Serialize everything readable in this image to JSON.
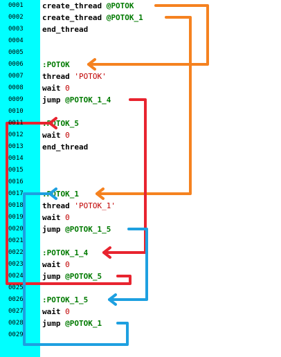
{
  "colors": {
    "gutter": "#00ffff",
    "keyword": "#000000",
    "label": "#007a00",
    "string": "#c00000",
    "number": "#c00000",
    "arrow_orange": "#f58220",
    "arrow_red": "#e8242f",
    "arrow_blue": "#1ea0e0"
  },
  "editor": {
    "line_numbers": [
      "0001",
      "0002",
      "0003",
      "0004",
      "0005",
      "0006",
      "0007",
      "0008",
      "0009",
      "0010",
      "0011",
      "0012",
      "0013",
      "0014",
      "0015",
      "0016",
      "0017",
      "0018",
      "0019",
      "0020",
      "0021",
      "0022",
      "0023",
      "0024",
      "0025",
      "0026",
      "0027",
      "0028",
      "0029"
    ],
    "lines": [
      [
        {
          "t": "create_thread ",
          "k": "kw"
        },
        {
          "t": "@POTOK",
          "k": "label"
        }
      ],
      [
        {
          "t": "create_thread ",
          "k": "kw"
        },
        {
          "t": "@POTOK_1",
          "k": "label"
        }
      ],
      [
        {
          "t": "end_thread",
          "k": "kw"
        }
      ],
      [],
      [],
      [
        {
          "t": ":POTOK",
          "k": "label"
        }
      ],
      [
        {
          "t": "thread ",
          "k": "kw"
        },
        {
          "t": "'POTOK'",
          "k": "str"
        }
      ],
      [
        {
          "t": "wait ",
          "k": "kw"
        },
        {
          "t": "0",
          "k": "num"
        }
      ],
      [
        {
          "t": "jump ",
          "k": "kw"
        },
        {
          "t": "@POTOK_1_4",
          "k": "label"
        }
      ],
      [],
      [
        {
          "t": ":POTOK_5",
          "k": "label"
        }
      ],
      [
        {
          "t": "wait ",
          "k": "kw"
        },
        {
          "t": "0",
          "k": "num"
        }
      ],
      [
        {
          "t": "end_thread",
          "k": "kw"
        }
      ],
      [],
      [],
      [],
      [
        {
          "t": ":POTOK_1",
          "k": "label"
        }
      ],
      [
        {
          "t": "thread ",
          "k": "kw"
        },
        {
          "t": "'POTOK_1'",
          "k": "str"
        }
      ],
      [
        {
          "t": "wait ",
          "k": "kw"
        },
        {
          "t": "0",
          "k": "num"
        }
      ],
      [
        {
          "t": "jump ",
          "k": "kw"
        },
        {
          "t": "@POTOK_1_5",
          "k": "label"
        }
      ],
      [],
      [
        {
          "t": ":POTOK_1_4",
          "k": "label"
        }
      ],
      [
        {
          "t": "wait ",
          "k": "kw"
        },
        {
          "t": "0",
          "k": "num"
        }
      ],
      [
        {
          "t": "jump ",
          "k": "kw"
        },
        {
          "t": "@POTOK_5",
          "k": "label"
        }
      ],
      [],
      [
        {
          "t": ":POTOK_1_5",
          "k": "label"
        }
      ],
      [
        {
          "t": "wait ",
          "k": "kw"
        },
        {
          "t": "0",
          "k": "num"
        }
      ],
      [
        {
          "t": "jump ",
          "k": "kw"
        },
        {
          "t": "@POTOK_1",
          "k": "label"
        }
      ],
      []
    ]
  },
  "annotations": [
    {
      "name": "arrow-create-to-potok",
      "color": "orange",
      "from_line": 1,
      "to_line": 6
    },
    {
      "name": "arrow-create-to-potok-1",
      "color": "orange",
      "from_line": 2,
      "to_line": 17
    },
    {
      "name": "arrow-jump-to-potok-1-4",
      "color": "red",
      "from_line": 9,
      "to_line": 22
    },
    {
      "name": "arrow-jump-to-potok-5",
      "color": "red",
      "from_line": 24,
      "to_line": 11
    },
    {
      "name": "arrow-jump-to-potok-1-5",
      "color": "blue",
      "from_line": 20,
      "to_line": 26
    },
    {
      "name": "arrow-jump-to-potok-1",
      "color": "blue",
      "from_line": 28,
      "to_line": 17
    }
  ]
}
